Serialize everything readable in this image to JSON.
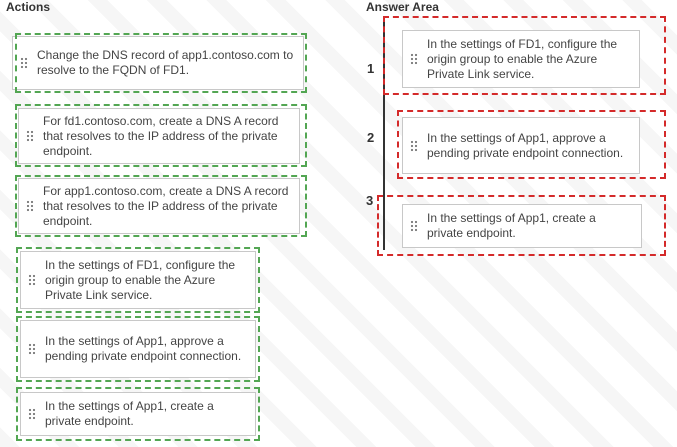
{
  "headers": {
    "actions": "Actions",
    "answer_area": "Answer Area"
  },
  "actions": [
    {
      "text": "Change the DNS record of app1.contoso.com to resolve to the FQDN of FD1."
    },
    {
      "text": "For fd1.contoso.com, create a DNS A record that resolves to the IP address of the private endpoint."
    },
    {
      "text": "For app1.contoso.com, create a DNS A record that resolves to the IP address of the private endpoint."
    },
    {
      "text": "In the settings of FD1, configure the origin group to enable the Azure Private Link service."
    },
    {
      "text": "In the settings of App1, approve a pending private endpoint connection."
    },
    {
      "text": "In the settings of App1, create a private endpoint."
    }
  ],
  "answers": [
    {
      "number": "1",
      "text": "In the settings of FD1, configure the origin group to enable the Azure Private Link service."
    },
    {
      "number": "2",
      "text": "In the settings of App1, approve a pending private endpoint connection."
    },
    {
      "number": "3",
      "text": "In the settings of App1, create a private endpoint."
    }
  ],
  "icons": {
    "grip": "drag-handle-icon"
  },
  "colors": {
    "green_outline": "#53a653",
    "red_outline": "#d42a2a"
  }
}
